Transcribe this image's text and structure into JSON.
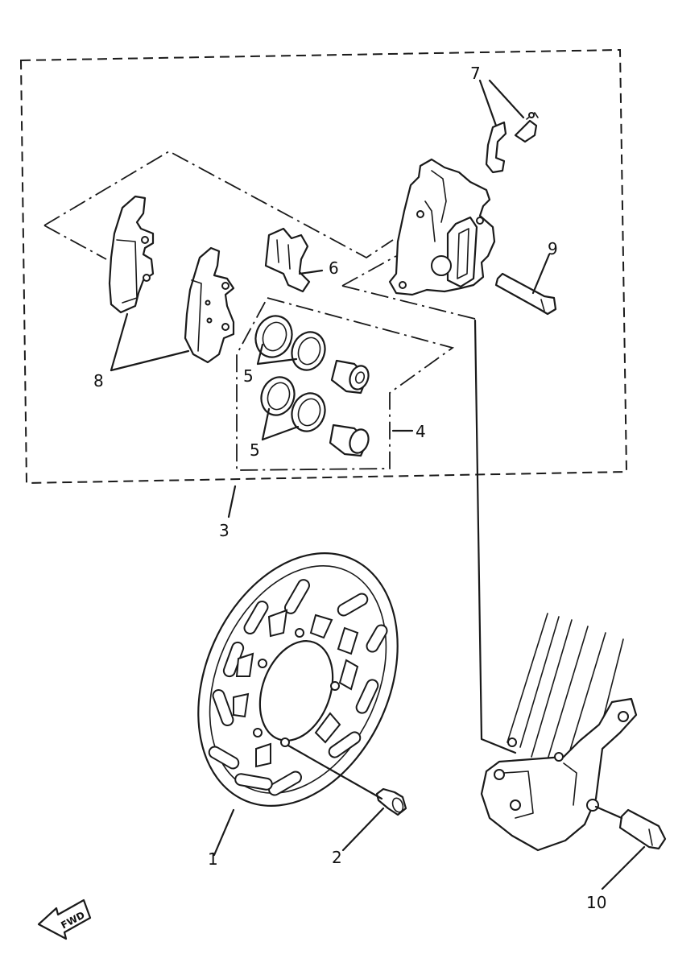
{
  "callouts": {
    "c1": "1",
    "c2": "2",
    "c3": "3",
    "c4": "4",
    "c5a": "5",
    "c5b": "5",
    "c6": "6",
    "c7": "7",
    "c8": "8",
    "c9": "9",
    "c10": "10"
  },
  "direction_marker": {
    "label": "FWD",
    "icon": "forward-arrow-icon"
  }
}
